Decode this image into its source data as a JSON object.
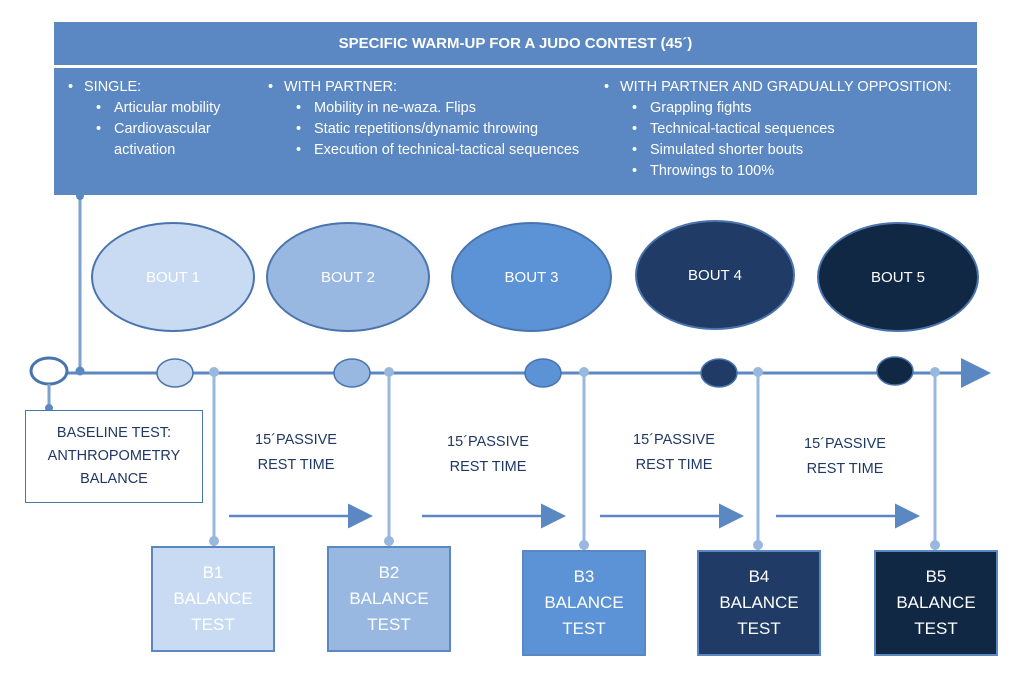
{
  "header": {
    "title": "SPECIFIC WARM-UP FOR A JUDO CONTEST (45´)",
    "columns": [
      {
        "heading": "SINGLE:",
        "items": [
          "Articular mobility",
          "Cardiovascular activation"
        ]
      },
      {
        "heading": "WITH PARTNER:",
        "items": [
          "Mobility in ne-waza. Flips",
          "Static repetitions/dynamic throwing",
          "Execution of technical-tactical sequences"
        ]
      },
      {
        "heading": "WITH PARTNER AND GRADUALLY OPPOSITION:",
        "items": [
          "Grappling fights",
          "Technical-tactical sequences",
          "Simulated shorter bouts",
          "Throwings to 100%"
        ]
      }
    ]
  },
  "bouts": [
    "BOUT 1",
    "BOUT 2",
    "BOUT 3",
    "BOUT 4",
    "BOUT 5"
  ],
  "baseline": {
    "line1": "BASELINE TEST:",
    "line2": "ANTHROPOMETRY",
    "line3": "BALANCE"
  },
  "rest": [
    {
      "line1": "15´PASSIVE",
      "line2": "REST TIME"
    },
    {
      "line1": "15´PASSIVE",
      "line2": "REST TIME"
    },
    {
      "line1": "15´PASSIVE",
      "line2": "REST TIME"
    },
    {
      "line1": "15´PASSIVE",
      "line2": "REST TIME"
    }
  ],
  "balance_tests": [
    {
      "id": "B1",
      "line2": "BALANCE",
      "line3": "TEST"
    },
    {
      "id": "B2",
      "line2": "BALANCE",
      "line3": "TEST"
    },
    {
      "id": "B3",
      "line2": "BALANCE",
      "line3": "TEST"
    },
    {
      "id": "B4",
      "line2": "BALANCE",
      "line3": "TEST"
    },
    {
      "id": "B5",
      "line2": "BALANCE",
      "line3": "TEST"
    }
  ],
  "colors": {
    "header": "#5b88c2",
    "line": "#7ea1d0",
    "bout_fills": [
      "#c9dbf2",
      "#98b8e2",
      "#5b93d6",
      "#1f3b66",
      "#112845"
    ],
    "text_light": "#ffffff",
    "text_dark": "#1f3864"
  }
}
